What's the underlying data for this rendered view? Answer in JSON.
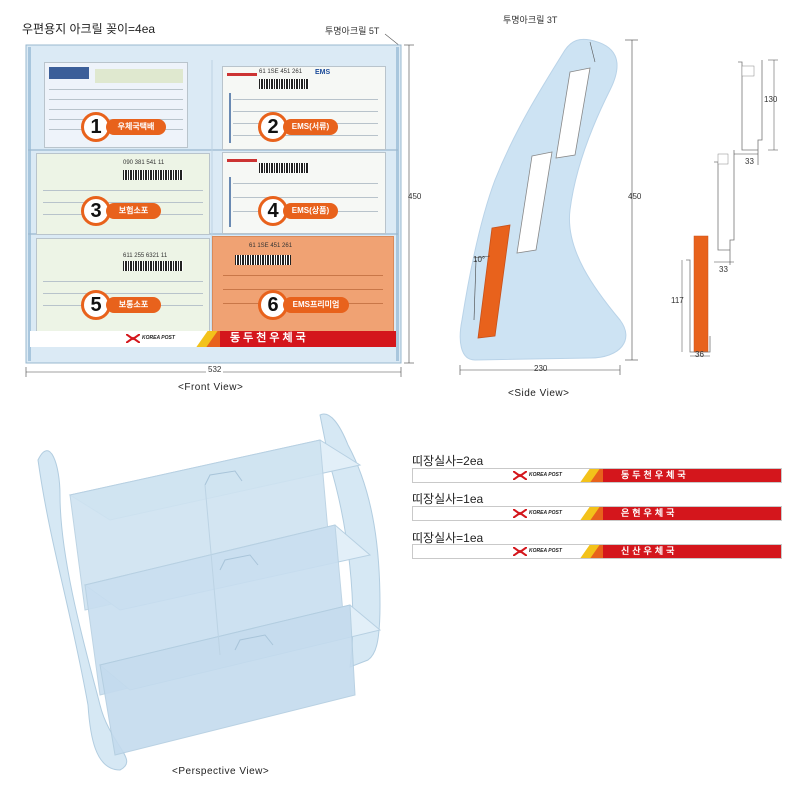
{
  "front": {
    "title": "우편용지 아크릴 꽂이=4ea",
    "material_label": "투명아크릴 5T",
    "height_label": "450",
    "width_label": "532",
    "caption": "<Front View>",
    "slots": [
      {
        "number": "1",
        "label": "우체국택배"
      },
      {
        "number": "2",
        "label": "EMS(서류)"
      },
      {
        "number": "3",
        "label": "보험소포"
      },
      {
        "number": "4",
        "label": "EMS(상품)"
      },
      {
        "number": "5",
        "label": "보통소포"
      },
      {
        "number": "6",
        "label": "EMS프리미엄"
      }
    ],
    "slip_numbers": [
      "61 1SE 451 261",
      "090 381 541 11",
      "611 255 6321 11",
      "61 1SE 451 261"
    ],
    "slip_tag": "EMS",
    "banner": {
      "logo_text": "KOREA POST",
      "office": "동두천우체국"
    }
  },
  "side": {
    "material_label": "투명아크릴 3T",
    "height_label": "450",
    "depth_label": "230",
    "angle_label": "10°",
    "caption": "<Side View>"
  },
  "detail": {
    "dim_top": "130",
    "dim_step_upper": "33",
    "dim_step_lower": "33",
    "dim_bottom_height": "117",
    "dim_bottom_width": "36"
  },
  "perspective": {
    "caption": "<Perspective View>"
  },
  "banners": [
    {
      "label": "띠장실사=2ea",
      "logo_text": "KOREA POST",
      "office": "동두천우체국"
    },
    {
      "label": "띠장실사=1ea",
      "logo_text": "KOREA POST",
      "office": "은현우체국"
    },
    {
      "label": "띠장실사=1ea",
      "logo_text": "KOREA POST",
      "office": "신산우체국"
    }
  ],
  "colors": {
    "accent_orange": "#e8621c",
    "banner_red": "#d4161c",
    "acrylic_blue": "#cfe4f3",
    "slip_blue": "#6a8ab3"
  }
}
